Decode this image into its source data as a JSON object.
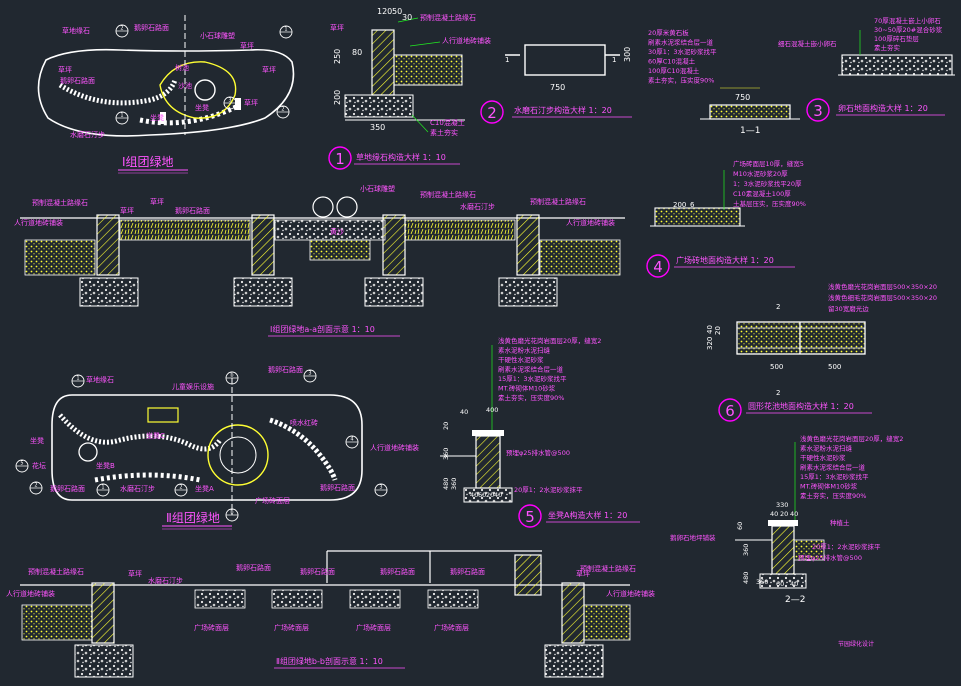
{
  "colors": {
    "background": "#212830",
    "outline": "#ffffff",
    "annotation": "#ff55ff",
    "hatch": "#ffff33",
    "leader": "#22ee22",
    "dimension": "#ffffff",
    "circle": "#ff00ff"
  },
  "plan1": {
    "title": "Ⅰ组团绿地",
    "labels": [
      "草地缘石",
      "鹅卵石路面",
      "小石球雕塑",
      "草坪",
      "树池",
      "沙池",
      "草坪",
      "水磨石汀步",
      "坐凳",
      "鹅卵石路面",
      "草坪",
      "坐凳",
      "草坪"
    ],
    "markers": [
      "2",
      "1",
      "3",
      "2",
      "1"
    ]
  },
  "detail1": {
    "num": "1",
    "title": "草地缘石构造大样 1：10",
    "labels": [
      "预制混凝土路缘石",
      "草坪",
      "人行道地砖铺装",
      "C10混凝土",
      "素土夯实"
    ],
    "dims": [
      "120",
      "50",
      "30",
      "80",
      "250",
      "200",
      "350"
    ]
  },
  "detail2": {
    "num": "2",
    "title": "水磨石汀步构造大样 1：20",
    "dims": [
      "300",
      "750"
    ],
    "markers": [
      "1",
      "1"
    ]
  },
  "detail_1_1": {
    "title": "1—1",
    "dims": [
      "750"
    ],
    "labels": [
      "20厚米黄石板",
      "刷素水泥浆结合层一道",
      "30厚1：3水泥砂浆找平",
      "60厚C10混凝土",
      "100厚C10混凝土",
      "素土夯实，压实度90%"
    ]
  },
  "detail3": {
    "num": "3",
    "title": "卵石地面构造大样 1：20",
    "labels": [
      "70厚混凝土嵌上小卵石",
      "30~50厚20#混合砂浆",
      "100厚碎石垫层",
      "素土夯实"
    ],
    "note": "细石混凝土嵌小卵石"
  },
  "section_a": {
    "title": "Ⅰ组团绿地a-a剖面示意 1：10",
    "labels": [
      "预制混凝土路缘石",
      "草坪",
      "鹅卵石路面",
      "小石球雕塑",
      "预制混凝土路缘石",
      "水磨石汀步",
      "预制混凝土路缘石",
      "人行道地砖铺装",
      "人行道地砖铺装",
      "草坪",
      "黄沙"
    ]
  },
  "detail4": {
    "num": "4",
    "title": "广场砖地面构造大样 1：20",
    "labels": [
      "广场砖面层10厚，缝宽5",
      "M10水泥砂浆20厚",
      "1：3水泥砂浆找平20厚",
      "C10素混凝土100厚",
      "土基层压实，压实度90%"
    ],
    "dims": [
      "200",
      "6"
    ]
  },
  "detail6": {
    "num": "6",
    "title": "圆形花池地面构造大样 1：20",
    "labels": [
      "浅黄色磨光花岗岩面层500×350×20",
      "浅黄色细毛花岗岩面层500×350×20",
      "留30宽磨光边"
    ],
    "dims": [
      "500",
      "500",
      "40",
      "20",
      "320"
    ],
    "markers": [
      "2",
      "2"
    ]
  },
  "plan2": {
    "title": "Ⅱ组团绿地",
    "labels": [
      "草地缘石",
      "儿童娱乐设施",
      "鹅卵石路面",
      "坐凳",
      "花坛",
      "坐凳C",
      "坐凳B",
      "喷水红砖",
      "人行道地砖铺装",
      "鹅卵石路面",
      "水磨石汀步",
      "坐凳A",
      "广场砖面层",
      "鹅卵石路面"
    ],
    "markers": [
      "1",
      "b",
      "3",
      "5",
      "4",
      "2",
      "1",
      "2",
      "b",
      "3"
    ]
  },
  "detail5": {
    "num": "5",
    "title": "坐凳A构造大样 1：20",
    "labels": [
      "浅黄色磨光花岗岩面层20厚，缝宽2",
      "素水泥粉水泥扫缝",
      "干硬性水泥砂浆",
      "刷素水泥浆结合层一道",
      "15厚1：3水泥砂浆找平",
      "MT.砖砌体M10砂浆",
      "素土夯实，压实度90%",
      "预埋φ25排水管@500",
      "20厚1：2水泥砂浆抹平"
    ],
    "dims": [
      "40",
      "400",
      "20",
      "360",
      "480",
      "360",
      "40",
      "60",
      "20",
      "40"
    ]
  },
  "detail_2_2": {
    "title": "2—2",
    "labels": [
      "浅黄色磨光花岗岩面层20厚，缝宽2",
      "素水泥粉水泥扫缝",
      "干硬性水泥砂浆",
      "刷素水泥浆结合层一道",
      "15厚1：3水泥砂浆找平",
      "MT.砖砌体M10砂浆",
      "素土夯实，压实度90%",
      "种植土",
      "20厚1：2水泥砂浆抹平",
      "预埋φ25排水管@500",
      "鹅卵石地坪铺装"
    ],
    "dims": [
      "330",
      "40",
      "20",
      "40",
      "60",
      "360",
      "480",
      "360",
      "60",
      "40"
    ]
  },
  "section_b": {
    "title": "Ⅱ组团绿地b-b剖面示意 1：10",
    "labels": [
      "预制混凝土路缘石",
      "草坪",
      "水磨石汀步",
      "鹅卵石路面",
      "鹅卵石路面",
      "鹅卵石路面",
      "鹅卵石路面",
      "草坪",
      "预制混凝土路缘石",
      "人行道地砖铺装",
      "人行道地砖铺装",
      "广场砖面层",
      "广场砖面层",
      "广场砖面层",
      "广场砖面层"
    ]
  },
  "footer": {
    "note": "节园绿化设计"
  }
}
